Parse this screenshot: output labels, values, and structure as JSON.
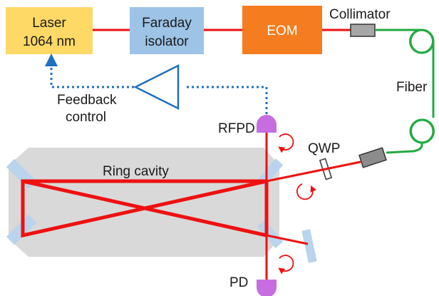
{
  "colors": {
    "laser_box": "#ffd966",
    "faraday_box": "#9dc3e6",
    "eom_box": "#f57c1f",
    "beam_red": "#ee1111",
    "fiber_green": "#22aa44",
    "feedback_blue": "#1f6fbf",
    "cavity_gray": "#d9d9d9",
    "mirror_blue": "#b9d4ec",
    "photodiode_purple": "#c66ee0",
    "collimator_gray": "#8c8c8c"
  },
  "components": {
    "laser": {
      "line1": "Laser",
      "line2": "1064 nm"
    },
    "faraday": {
      "line1": "Faraday",
      "line2": "isolator"
    },
    "eom": {
      "label": "EOM"
    },
    "collimator": {
      "label": "Collimator"
    },
    "fiber": {
      "label": "Fiber"
    },
    "feedback": {
      "line1": "Feedback",
      "line2": "control"
    },
    "rfpd": {
      "label": "RFPD"
    },
    "qwp": {
      "label": "QWP"
    },
    "cavity": {
      "label": "Ring cavity"
    },
    "pd": {
      "label": "PD"
    }
  },
  "icons": {
    "amplifier": "triangle-amplifier-icon",
    "polarization": "circular-polarization-arrow-icon"
  }
}
